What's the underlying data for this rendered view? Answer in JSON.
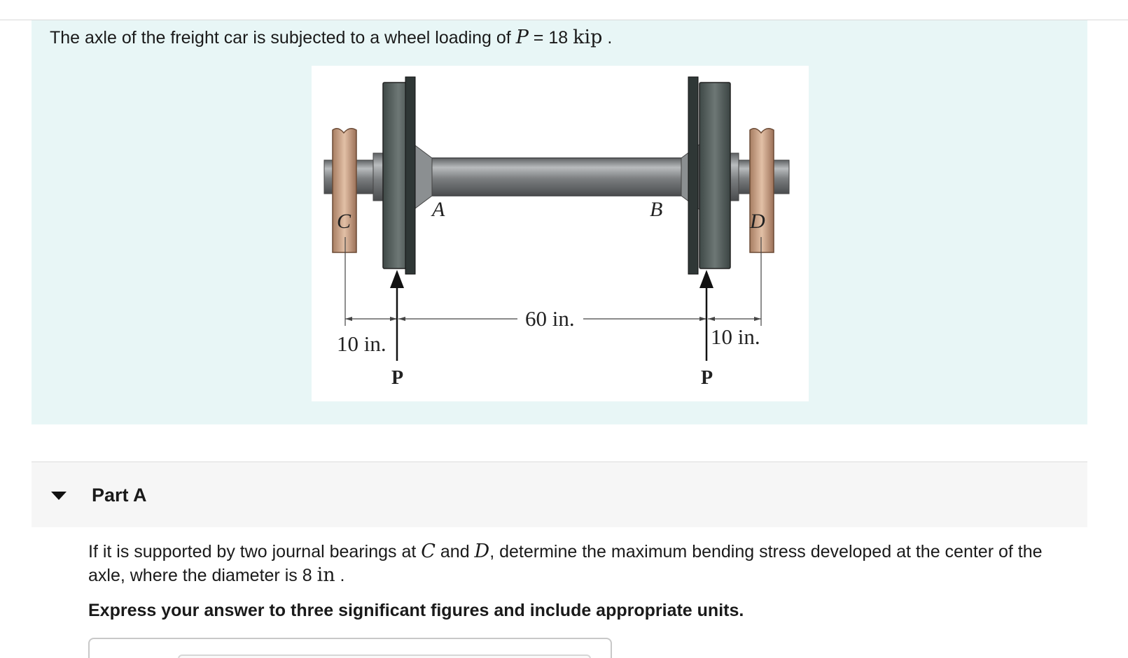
{
  "intro": {
    "text_before": "The axle of the freight car is subjected to a wheel loading of ",
    "var": "P",
    "eq": " = 18 ",
    "unit": "kip",
    "end": " ."
  },
  "figure": {
    "label_C": "C",
    "label_A": "A",
    "label_B": "B",
    "label_D": "D",
    "dim_left": "10 in.",
    "dim_mid": "60 in.",
    "dim_right": "10 in.",
    "load_left": "P",
    "load_right": "P"
  },
  "part": {
    "title": "Part A"
  },
  "question": {
    "t1": "If it is supported by two journal bearings at ",
    "c": "C",
    "t2": " and ",
    "d": "D",
    "t3": ", determine the maximum bending stress developed at the center of the axle, where the diameter is 8 ",
    "unit": "in",
    "t4": " ."
  },
  "instruction": "Express your answer to three significant figures and include appropriate units.",
  "colors": {
    "panel_bg": "#e8f6f6",
    "part_bg": "#f6f6f6"
  }
}
